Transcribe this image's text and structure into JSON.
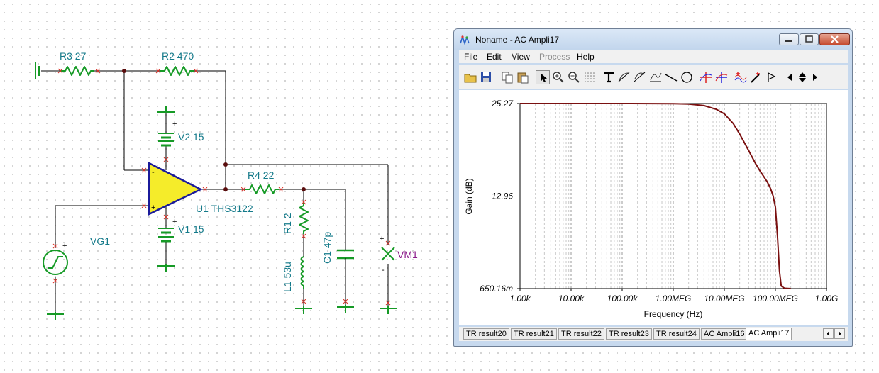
{
  "schematic": {
    "labels": {
      "r3": "R3 27",
      "r2": "R2 470",
      "v2": "V2 15",
      "v1": "V1 15",
      "u1": "U1 THS3122",
      "r4": "R4 22",
      "r1": "R1 2",
      "c1": "C1 47p",
      "l1": "L1 53u",
      "vg1": "VG1",
      "vm1": "VM1"
    },
    "plus": "+",
    "minus": "-"
  },
  "window": {
    "title": "Noname - AC Ampli17",
    "menu": [
      "File",
      "Edit",
      "View",
      "Process",
      "Help"
    ],
    "tabs": [
      "TR result20",
      "TR result21",
      "TR result22",
      "TR result23",
      "TR result24",
      "AC Ampli16",
      "AC Ampli17"
    ],
    "active_tab": "AC Ampli17",
    "toolbar_icons": [
      "open-icon",
      "save-icon",
      "copy-icon",
      "paste-icon",
      "pointer-icon",
      "zoom-in-icon",
      "zoom-out-icon",
      "grid-icon",
      "text-icon",
      "curve-tool-1-icon",
      "curve-tool-2-icon",
      "curve-tool-3-icon",
      "line-icon",
      "circle-icon",
      "cursor-a-icon",
      "cursor-b-icon",
      "waveform-icon",
      "probe-icon",
      "flag-icon",
      "scroll-left-icon",
      "scroll-updown-icon",
      "scroll-right-icon"
    ]
  },
  "chart_data": {
    "type": "line",
    "xlabel": "Frequency (Hz)",
    "ylabel": "Gain (dB)",
    "x_scale": "log",
    "xlim": [
      1000,
      1000000000
    ],
    "ylim": [
      0.65016,
      25.27
    ],
    "x_tick_labels": [
      "1.00k",
      "10.00k",
      "100.00k",
      "1.00MEG",
      "10.00MEG",
      "100.00MEG",
      "1.00G"
    ],
    "y_tick_labels": [
      "650.16m",
      "12.96",
      "25.27"
    ],
    "grid": true,
    "series": [
      {
        "color": "#7a1010",
        "x": [
          1000,
          10000,
          100000,
          1000000,
          2000000,
          4000000,
          7000000,
          10000000,
          15000000,
          20000000,
          30000000,
          40000000,
          50000000,
          60000000,
          70000000,
          80000000,
          90000000,
          100000000,
          110000000,
          120000000,
          130000000,
          150000000,
          200000000
        ],
        "y": [
          25.27,
          25.27,
          25.27,
          25.25,
          25.2,
          25.0,
          24.5,
          23.9,
          22.6,
          21.2,
          19.0,
          17.4,
          16.3,
          15.5,
          14.8,
          14.0,
          13.0,
          11.5,
          7.5,
          3.0,
          1.0,
          0.7,
          0.65
        ]
      }
    ]
  }
}
